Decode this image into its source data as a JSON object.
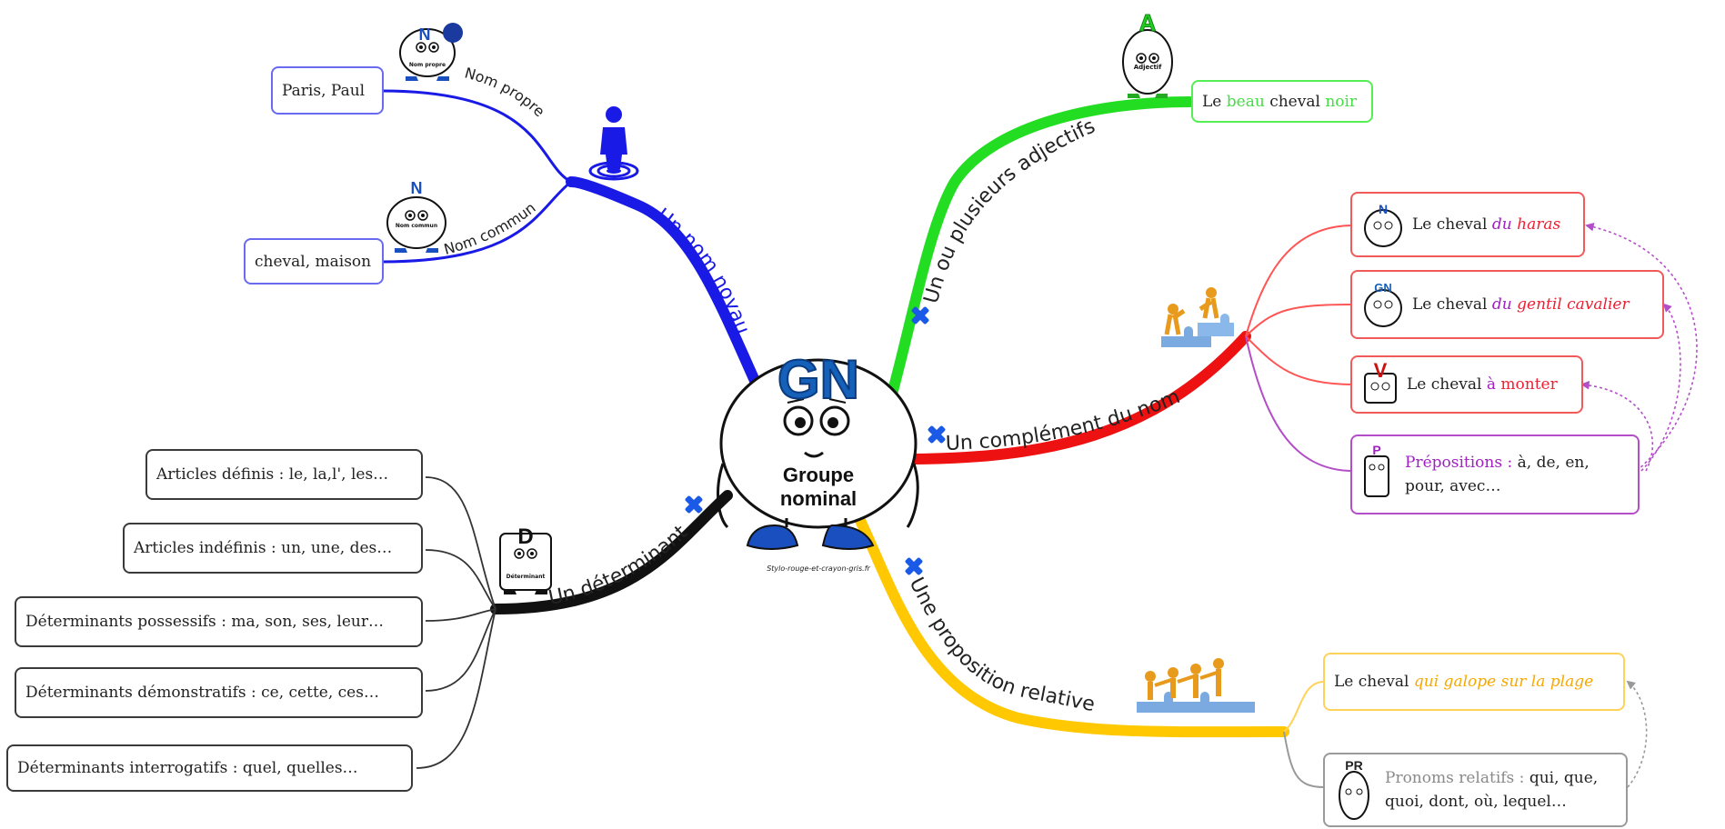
{
  "center": {
    "abbr": "GN",
    "line1": "Groupe",
    "line2": "nominal",
    "credit": "Stylo-rouge-et-crayon-gris.fr"
  },
  "branches": {
    "noyau": {
      "label": "Un nom noyau",
      "color": "#1a1ae6",
      "propre_label": "Nom propre",
      "commun_label": "Nom commun",
      "propre_example": "Paris, Paul",
      "commun_example": "cheval, maison",
      "badge_propre": "Nom propre",
      "badge_commun": "Nom commun"
    },
    "adjectifs": {
      "label": "Un ou plusieurs adjectifs",
      "color": "#22dd22",
      "badge": "Adjectif",
      "ex_pre": "Le ",
      "ex_adj1": "beau",
      "ex_mid": " cheval ",
      "ex_adj2": "noir"
    },
    "complement": {
      "label": "Un complément du nom",
      "color": "#ee1111",
      "ex1_pre": "Le cheval ",
      "ex1_prep": "du",
      "ex1_word": " haras",
      "ex2_pre": "Le cheval ",
      "ex2_prep": "du",
      "ex2_word": " gentil cavalier",
      "ex3_pre": "Le cheval ",
      "ex3_prep": "à",
      "ex3_word": " monter",
      "prep_title": "Prépositions :",
      "prep_list": " à, de, en, pour, avec…"
    },
    "relative": {
      "label": "Une proposition relative",
      "color": "#ffc800",
      "ex_pre": "Le cheval ",
      "ex_pron": "qui",
      "ex_rest": " galope sur la plage",
      "pron_title": "Pronoms relatifs :",
      "pron_list": " qui, que, quoi, dont, où, lequel…"
    },
    "determinant": {
      "label": "Un déterminant",
      "color": "#111111",
      "badge": "Déterminant",
      "items": [
        "Articles définis : le, la,l', les…",
        "Articles indéfinis : un, une, des…",
        "Déterminants possessifs : ma, son, ses, leur…",
        "Déterminants démonstratifs : ce, cette, ces…",
        "Déterminants interrogatifs : quel, quelles…"
      ]
    }
  },
  "badge_letters": {
    "n": "N",
    "a": "A",
    "gn": "GN",
    "v": "V",
    "p": "P",
    "pr": "PR",
    "d": "D"
  },
  "colors": {
    "blue": "#1a1ae6",
    "green": "#22dd22",
    "red": "#ee1111",
    "yellow": "#ffc800",
    "black": "#111111",
    "purple": "#b44ec8",
    "cross": "#1a5ae6"
  }
}
